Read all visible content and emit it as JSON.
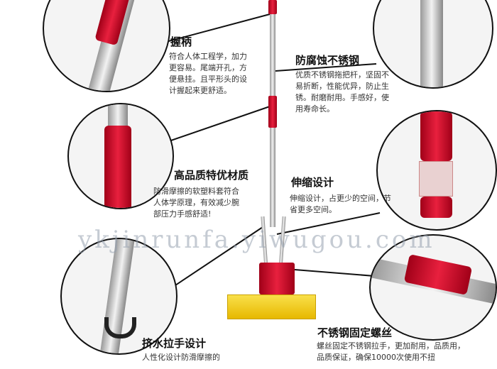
{
  "features": [
    {
      "title": "握柄",
      "text": "符合人体工程学，加力更容易。尾端开孔，方便悬挂。且平形头的设计握起来更舒适。"
    },
    {
      "title": "防腐蚀不锈钢",
      "text": "优质不锈钢拖把杆，坚固不易折断，性能优异，防止生锈。耐磨耐用。手感好，使用寿命长。"
    },
    {
      "title": "高品质特优材质",
      "text": "防滑摩擦的软塑料套符合人体学原理，有效减少腕部压力手感舒适!"
    },
    {
      "title": "伸缩设计",
      "text": "伸缩设计，占更少的空间，节省更多空间。"
    },
    {
      "title": "挤水拉手设计",
      "text": "人性化设计防滑摩擦的"
    },
    {
      "title": "不锈钢固定螺丝",
      "text": "螺丝固定不锈钢拉手，更加耐用，品质用，品质保证，确保10000次使用不扭"
    }
  ],
  "watermark": "ykjinrunfa.yiwugou.com",
  "colors": {
    "red": "#d81e3a",
    "sponge": "#f4d21c"
  }
}
